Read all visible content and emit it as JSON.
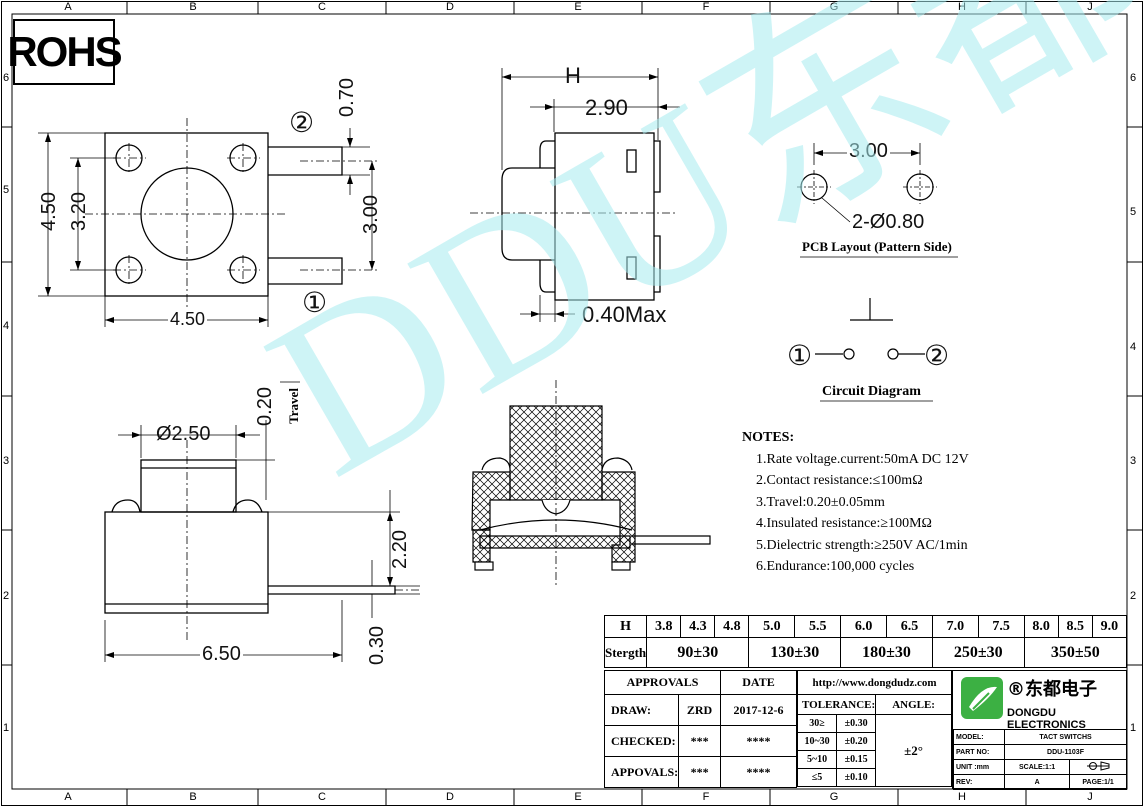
{
  "border": {
    "columns": [
      "A",
      "B",
      "C",
      "D",
      "E",
      "F",
      "G",
      "H",
      "J"
    ],
    "rows": [
      "6",
      "5",
      "4",
      "3",
      "2",
      "1"
    ]
  },
  "rohs_label": "ROHS",
  "watermark": "DDU东都",
  "top_view": {
    "pin_2": "②",
    "pin_1": "①",
    "dim_width": "4.50",
    "dim_height": "4.50",
    "dim_inner": "3.20",
    "dim_pin_width": "0.70",
    "dim_pin_spacing": "3.00"
  },
  "side_view": {
    "dim_h": "H",
    "dim_body": "2.90",
    "dim_lead": "0.40Max"
  },
  "pcb_layout": {
    "dim_spacing": "3.00",
    "dim_hole": "2-Ø0.80",
    "caption": "PCB Layout (Pattern Side)"
  },
  "circuit": {
    "pin_1": "①",
    "pin_2": "②",
    "caption": "Circuit Diagram"
  },
  "front_view": {
    "dim_cap": "Ø2.50",
    "dim_travel": "0.20",
    "travel_label": "Travel",
    "dim_body_h": "2.20",
    "dim_lead_t": "0.30",
    "dim_width": "6.50"
  },
  "notes": {
    "title": "NOTES:",
    "items": [
      "1.Rate voltage.current:50mA DC 12V",
      "2.Contact resistance:≤100mΩ",
      "3.Travel:0.20±0.05mm",
      "4.Insulated resistance:≥100MΩ",
      "5.Dielectric strength:≥250V AC/1min",
      "6.Endurance:100,000 cycles"
    ]
  },
  "strength_table": {
    "h_label": "H",
    "h_values": [
      "3.8",
      "4.3",
      "4.8",
      "5.0",
      "5.5",
      "6.0",
      "6.5",
      "7.0",
      "7.5",
      "8.0",
      "8.5",
      "9.0"
    ],
    "s_label": "Stergth",
    "s_values": [
      "90±30",
      "130±30",
      "180±30",
      "250±30",
      "350±50"
    ]
  },
  "title_block": {
    "approvals": "APPROVALS",
    "date": "DATE",
    "draw": "DRAW:",
    "draw_name": "ZRD",
    "draw_date": "2017-12-6",
    "checked": "CHECKED:",
    "checked_name": "***",
    "checked_date": "****",
    "appovals": "APPOVALS:",
    "appovals_name": "***",
    "appovals_date": "****",
    "url": "http://www.dongdudz.com",
    "tolerance": "TOLERANCE:",
    "angle": "ANGLE:",
    "angle_value": "±2°",
    "tol_rows": [
      {
        "range": "30≥",
        "value": "±0.30"
      },
      {
        "range": "10~30",
        "value": "±0.20"
      },
      {
        "range": "5~10",
        "value": "±0.15"
      },
      {
        "range": "≤5",
        "value": "±0.10"
      }
    ],
    "company_cn": "®东都电子",
    "company_en": "DONGDU ELECTRONICS",
    "model_label": "MODEL:",
    "model_value": "TACT SWITCHS",
    "part_label": "PART NO:",
    "part_value": "DDU-1103F",
    "unit_label": "UNIT :mm",
    "scale_label": "SCALE:1:1",
    "rev_label": "REV:",
    "rev_value": "A",
    "page_label": "PAGE:1/1"
  }
}
